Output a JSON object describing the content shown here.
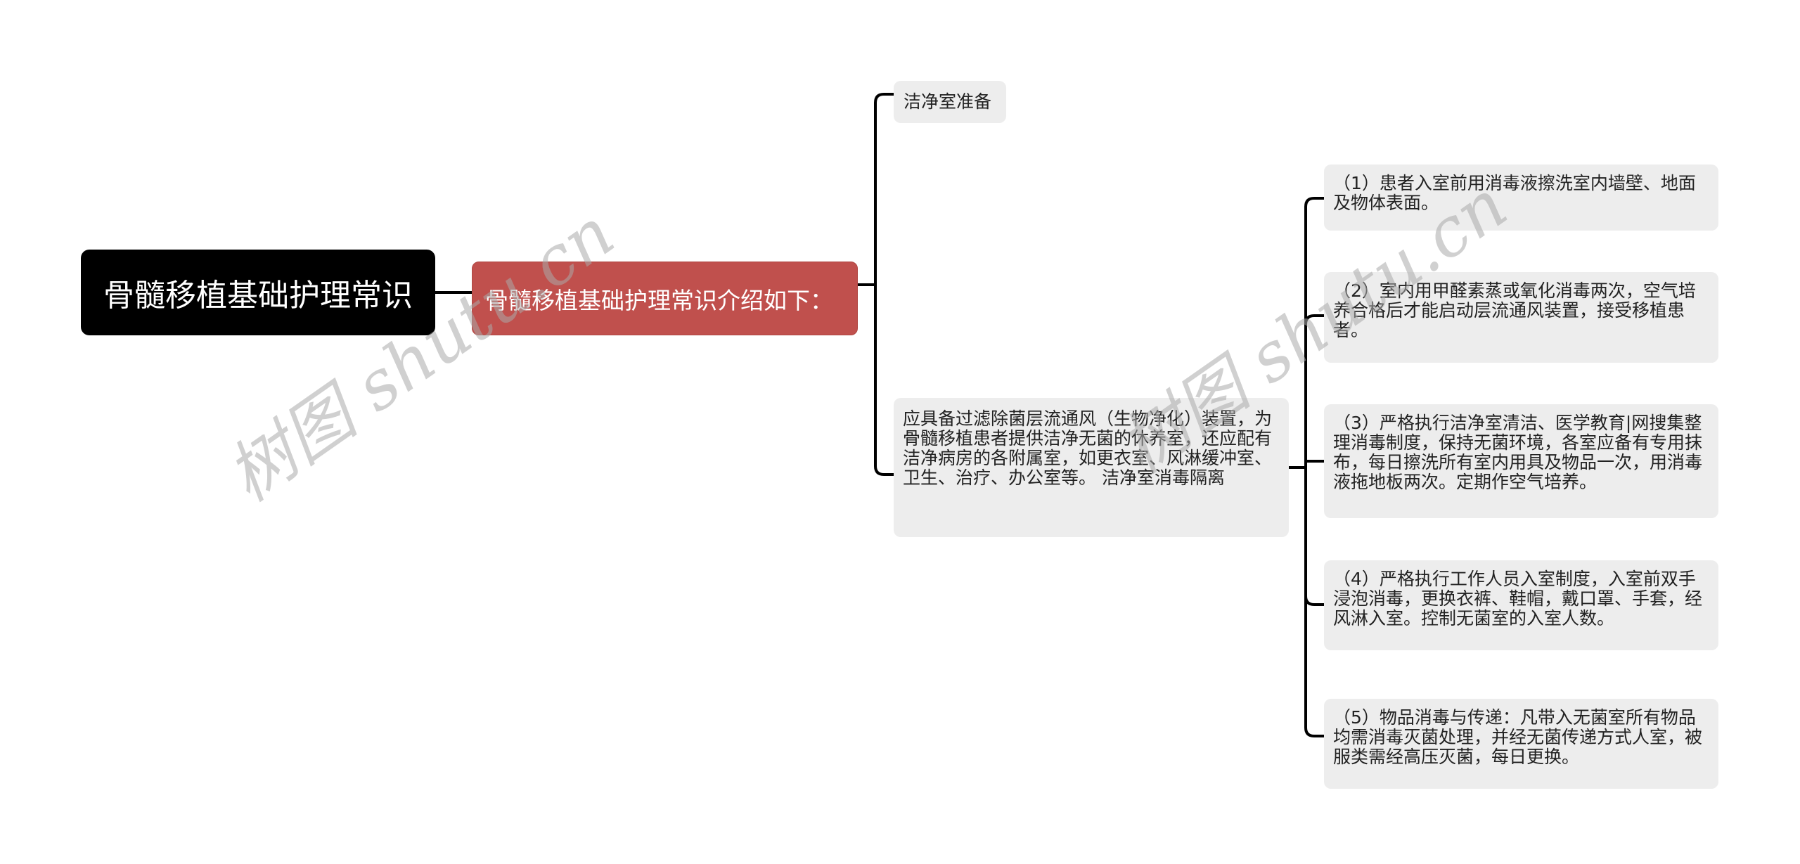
{
  "mindmap": {
    "root": {
      "label": "骨髓移植基础护理常识",
      "color": "#000000"
    },
    "level1": {
      "label": "骨髓移植基础护理常识介绍如下：",
      "color": "#c0504d"
    },
    "level2": [
      {
        "label": "洁净室准备"
      },
      {
        "label": "应具备过滤除菌层流通风（生物净化）装置，为骨髓移植患者提供洁净无菌的休养室，还应配有洁净病房的各附属室，如更衣室、风淋缓冲室、卫生、治疗、办公室等。 洁净室消毒隔离"
      }
    ],
    "level3": [
      {
        "label": "（1）患者入室前用消毒液擦洗室内墙壁、地面及物体表面。"
      },
      {
        "label": "（2）室内用甲醛素蒸或氧化消毒两次，空气培养合格后才能启动层流通风装置，接受移植患者。"
      },
      {
        "label": "（3）严格执行洁净室清洁、医学教育|网搜集整理消毒制度，保持无菌环境，各室应备有专用抹布，每日擦洗所有室内用具及物品一次，用消毒液拖地板两次。定期作空气培养。"
      },
      {
        "label": "（4）严格执行工作人员入室制度，入室前双手浸泡消毒，更换衣裤、鞋帽，戴口罩、手套，经风淋入室。控制无菌室的入室人数。"
      },
      {
        "label": "（5）物品消毒与传递：凡带入无菌室所有物品均需消毒灭菌处理，并经无菌传递方式人室，被服类需经高压灭菌，每日更换。"
      }
    ],
    "leaf_background": "#ededed",
    "connector_color": "#000000"
  },
  "watermark": {
    "text": "树图 shutu.cn"
  }
}
